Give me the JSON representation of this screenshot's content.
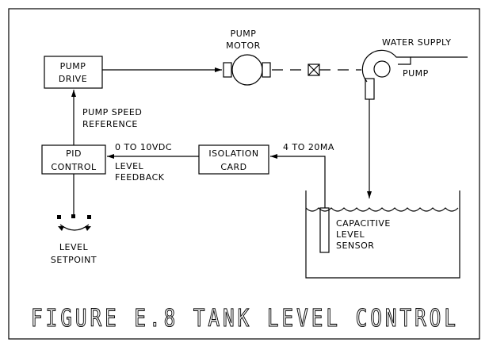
{
  "boxes": {
    "pump_drive": [
      "PUMP",
      "DRIVE"
    ],
    "pid_control": [
      "PID",
      "CONTROL"
    ],
    "isolation_card": [
      "ISOLATION",
      "CARD"
    ]
  },
  "labels": {
    "pump_motor": [
      "PUMP",
      "MOTOR"
    ],
    "water_supply": "WATER SUPPLY",
    "pump": "PUMP",
    "pump_speed_reference": [
      "PUMP SPEED",
      "REFERENCE"
    ],
    "zero_to_10vdc": "0 TO 10VDC",
    "level_feedback": [
      "LEVEL",
      "FEEDBACK"
    ],
    "four_to_20ma": "4 TO 20MA",
    "capacitive_level_sensor": [
      "CAPACITIVE",
      "LEVEL",
      "SENSOR"
    ],
    "level_setpoint": [
      "LEVEL",
      "SETPOINT"
    ]
  },
  "title": "FIGURE E.8 TANK LEVEL CONTROL"
}
